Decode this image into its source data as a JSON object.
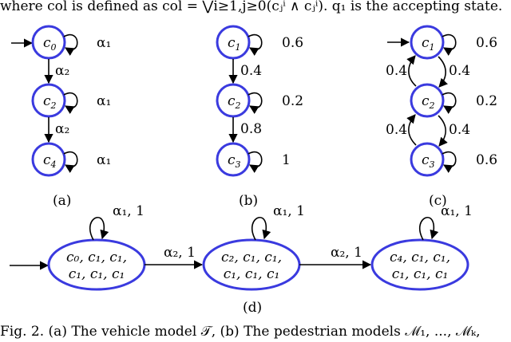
{
  "top_text": "where col is defined as col = ⋁i≥1,j≥0(cⱼⁱ ∧ cⱼⁱ). q₁ is the accepting state.",
  "bottom_text": "Fig. 2.   (a) The vehicle model 𝒯, (b) The pedestrian models ℳ₁, ..., ℳₖ,",
  "diagram_a": {
    "caption": "(a)",
    "states": [
      "c",
      "c",
      "c"
    ],
    "subscripts": [
      "0",
      "2",
      "4"
    ],
    "self_loop_labels": [
      "α₁",
      "α₁",
      "α₁"
    ],
    "edge_labels": [
      "α₂",
      "α₂"
    ]
  },
  "diagram_b": {
    "caption": "(b)",
    "states": [
      "c",
      "c",
      "c"
    ],
    "subscripts": [
      "1",
      "2",
      "3"
    ],
    "self_loop_labels": [
      "0.6",
      "0.2",
      "1"
    ],
    "edge_labels": [
      "0.4",
      "0.8"
    ]
  },
  "diagram_c": {
    "caption": "(c)",
    "states": [
      "c",
      "c",
      "c"
    ],
    "subscripts": [
      "1",
      "2",
      "3"
    ],
    "self_loop_labels": [
      "0.6",
      "0.2",
      "0.6"
    ],
    "edge_labels": [
      "0.4",
      "0.4",
      "0.4",
      "0.4"
    ]
  },
  "diagram_d": {
    "caption": "(d)",
    "states": [
      {
        "line1": "c₀, c₁, c₁,",
        "line2": "c₁, c₁, c₁"
      },
      {
        "line1": "c₂, c₁, c₁,",
        "line2": "c₁, c₁, c₁"
      },
      {
        "line1": "c₄, c₁, c₁,",
        "line2": "c₁, c₁, c₁"
      }
    ],
    "self_loop_labels": [
      "α₁, 1",
      "α₁, 1",
      "α₁, 1"
    ],
    "edge_labels": [
      "α₂, 1",
      "α₂, 1"
    ]
  },
  "colors": {
    "state_stroke": "#3a3adf",
    "edge": "#000000"
  }
}
